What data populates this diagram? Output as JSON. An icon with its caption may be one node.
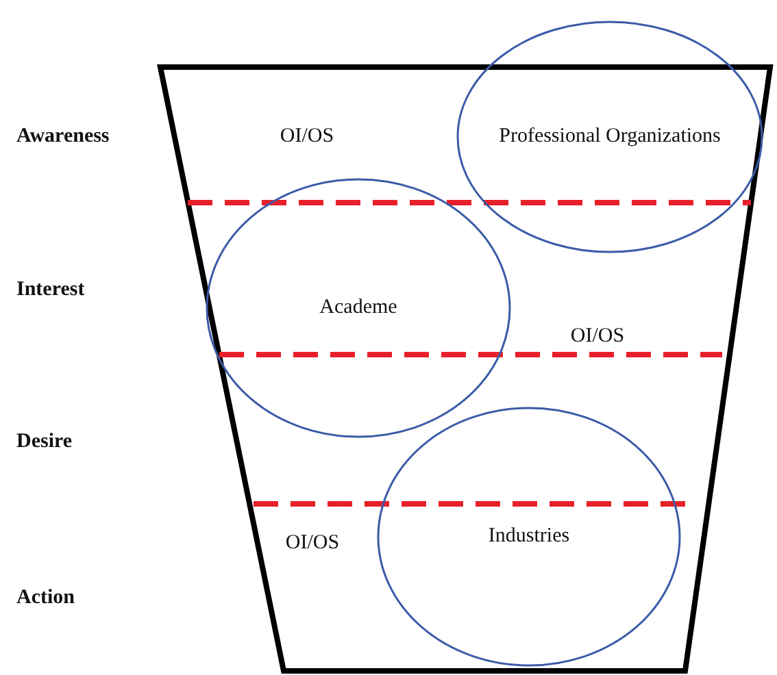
{
  "diagram": {
    "nodes": [
      {
        "text": [
          "Professional Organizations"
        ]
      },
      {
        "text": [
          "Academe"
        ]
      },
      {
        "text": [
          "Industries"
        ]
      }
    ],
    "labels": [
      "Awareness",
      "OI/OS",
      "Interest",
      "OI/OS",
      "Desire",
      "OI/OS",
      "Action"
    ]
  }
}
